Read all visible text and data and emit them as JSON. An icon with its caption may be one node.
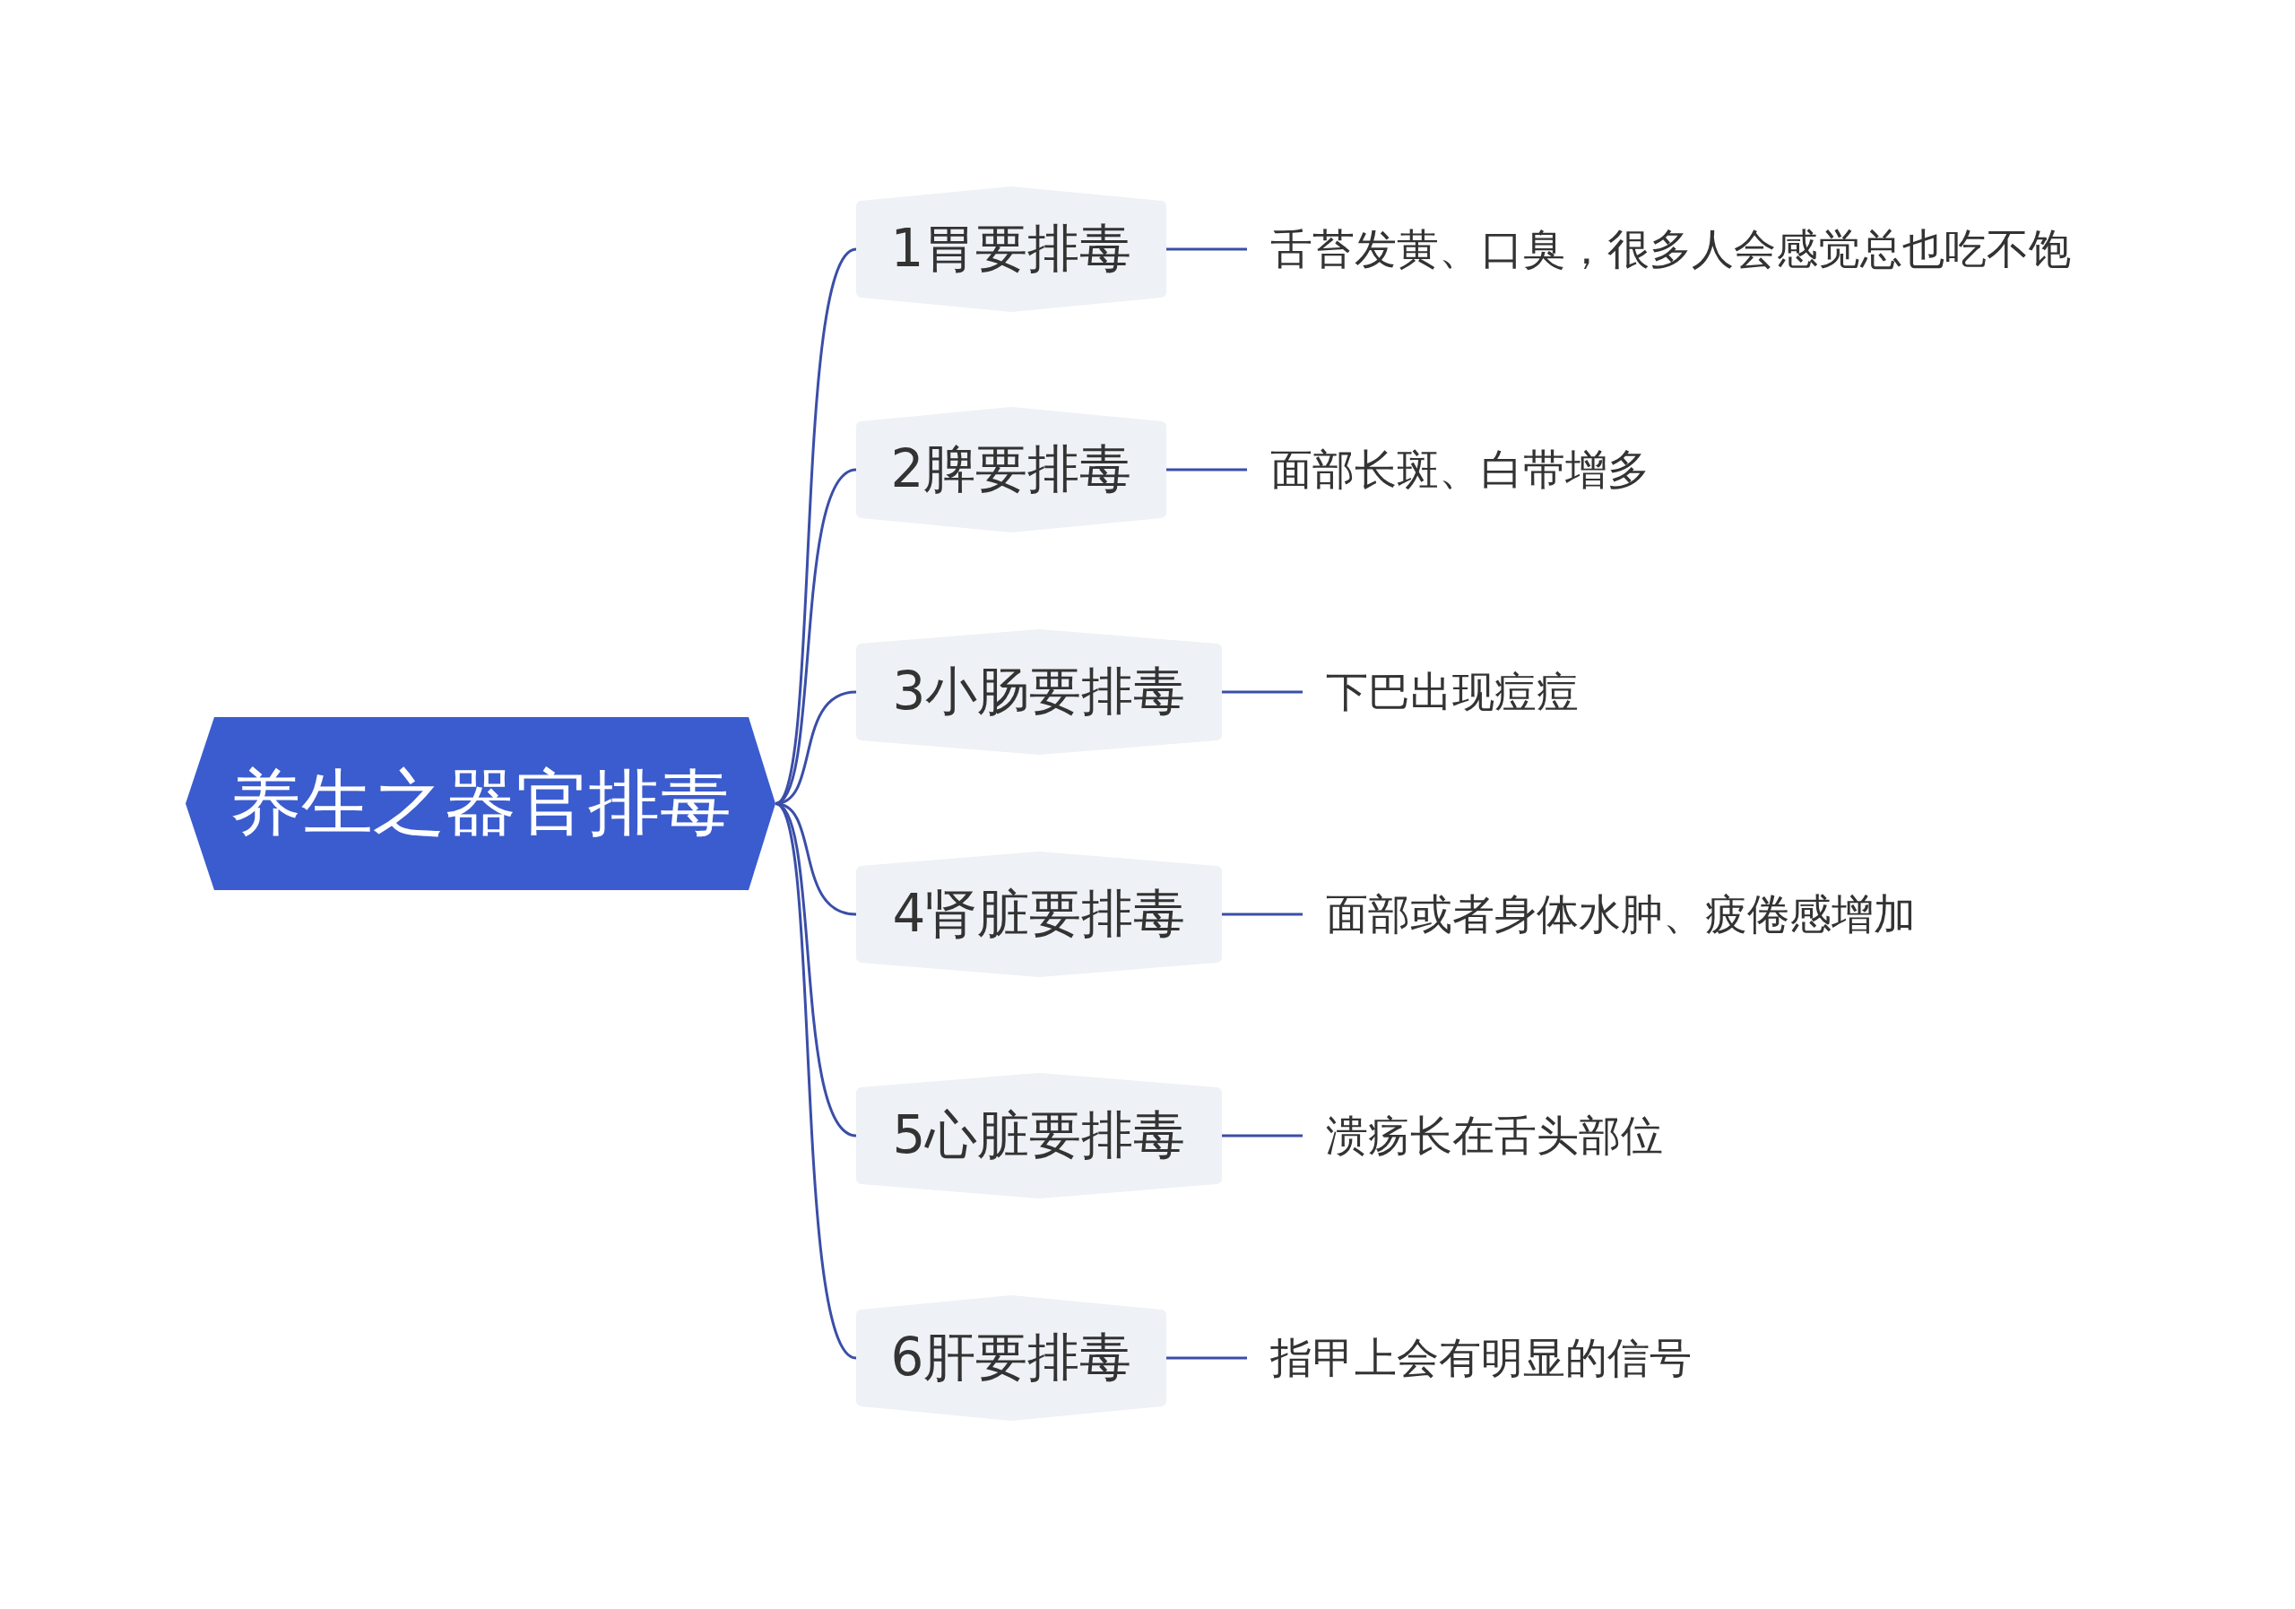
{
  "diagram": {
    "nodes": [
      {
        "text": [
          "养生之器官排毒"
        ]
      },
      {
        "text": [
          "1胃要排毒"
        ]
      },
      {
        "text": [
          "舌苔发黄、口臭，很多人会感觉总也吃不饱"
        ]
      },
      {
        "text": [
          "2脾要排毒"
        ]
      },
      {
        "text": [
          "面部长斑、白带增多"
        ]
      },
      {
        "text": [
          "3小肠要排毒"
        ]
      },
      {
        "text": [
          "下巴出现痘痘"
        ]
      },
      {
        "text": [
          "4肾脏要排毒"
        ]
      },
      {
        "text": [
          "面部或者身体水肿、疲倦感增加"
        ]
      },
      {
        "text": [
          "5心脏要排毒"
        ]
      },
      {
        "text": [
          "溃疡长在舌头部位"
        ]
      },
      {
        "text": [
          "6肝要排毒"
        ]
      },
      {
        "text": [
          "指甲上会有明显的信号"
        ]
      }
    ],
    "edges": [
      {
        "from": 0,
        "to": 1,
        "arrow": "none"
      },
      {
        "from": 0,
        "to": 3,
        "arrow": "none"
      },
      {
        "from": 0,
        "to": 5,
        "arrow": "none"
      },
      {
        "from": 0,
        "to": 7,
        "arrow": "none"
      },
      {
        "from": 0,
        "to": 9,
        "arrow": "none"
      },
      {
        "from": 0,
        "to": 11,
        "arrow": "none"
      },
      {
        "from": 1,
        "to": 2,
        "arrow": "none"
      },
      {
        "from": 3,
        "to": 4,
        "arrow": "none"
      },
      {
        "from": 5,
        "to": 6,
        "arrow": "none"
      },
      {
        "from": 7,
        "to": 8,
        "arrow": "none"
      },
      {
        "from": 9,
        "to": 10,
        "arrow": "none"
      },
      {
        "from": 11,
        "to": 12,
        "arrow": "none"
      }
    ]
  }
}
